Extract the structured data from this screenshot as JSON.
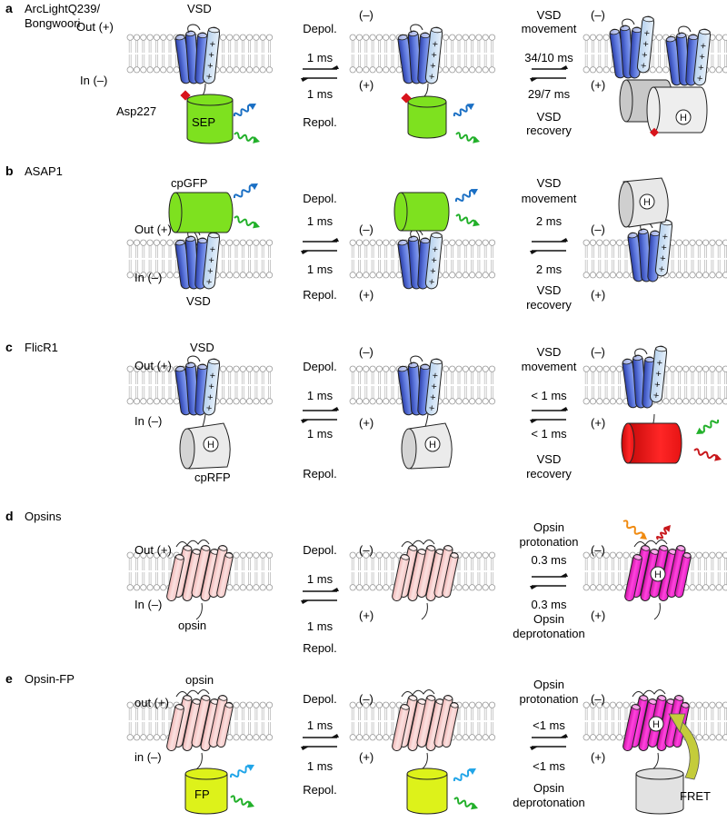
{
  "colors": {
    "vsd_blue": "#4a63c9",
    "vsd_light": "#cfe1f4",
    "sep_green": "#7ee11f",
    "cpgfp_green": "#7ee11f",
    "cprfp_red": "#ee1111",
    "dark_gray": "#c8c8c8",
    "opsin_pink": "#f6c9c8",
    "opsin_magenta": "#ee22cc",
    "fp_yellow": "#ddf21a",
    "wave_blue": "#1a6fc4",
    "wave_green": "#22b02a",
    "wave_orange": "#f08a10",
    "wave_red": "#c8181c",
    "fret_arrow": "#c4cc3a",
    "membrane_gray": "#bdbdbd",
    "asp_marker": "#d8141c"
  },
  "panels": [
    {
      "letter": "a",
      "name": "ArcLightQ239/",
      "name2": "Bongwoori",
      "out_label": "Out (+)",
      "in_label": "In (–)",
      "vsd_label": "VSD",
      "extra_label": "Asp227",
      "fp_label": "SEP",
      "depol": "Depol.",
      "repol": "Repol.",
      "t1_fwd": "1 ms",
      "t1_rev": "1 ms",
      "mid_top": "(–)",
      "mid_bottom": "(+)",
      "step2_top": "VSD",
      "step2_top2": "movement",
      "t2_fwd": "34/10 ms",
      "t2_rev": "29/7 ms",
      "step2_bottom": "VSD",
      "step2_bottom2": "recovery",
      "right_top": "(–)",
      "right_bottom": "(+)",
      "h_label": "H"
    },
    {
      "letter": "b",
      "name": "ASAP1",
      "fp_label": "cpGFP",
      "out_label": "Out (+)",
      "in_label": "In (–)",
      "vsd_label": "VSD",
      "depol": "Depol.",
      "repol": "Repol.",
      "t1_fwd": "1 ms",
      "t1_rev": "1 ms",
      "mid_top": "(–)",
      "mid_bottom": "(+)",
      "step2_top": "VSD",
      "step2_top2": "movement",
      "t2_fwd": "2 ms",
      "t2_rev": "2 ms",
      "step2_bottom": "VSD",
      "step2_bottom2": "recovery",
      "right_top": "(–)",
      "right_bottom": "(+)",
      "h_label": "H"
    },
    {
      "letter": "c",
      "name": "FlicR1",
      "out_label": "Out (+)",
      "in_label": "In (–)",
      "vsd_label": "VSD",
      "fp_label": "cpRFP",
      "depol": "Depol.",
      "repol": "Repol.",
      "t1_fwd": "1 ms",
      "t1_rev": "1 ms",
      "mid_top": "(–)",
      "mid_bottom": "(+)",
      "step2_top": "VSD",
      "step2_top2": "movement",
      "t2_fwd": "< 1 ms",
      "t2_rev": "< 1 ms",
      "step2_bottom": "VSD",
      "step2_bottom2": "recovery",
      "right_top": "(–)",
      "right_bottom": "(+)",
      "h_label": "H"
    },
    {
      "letter": "d",
      "name": "Opsins",
      "out_label": "Out (+)",
      "in_label": "In (–)",
      "opsin_label": "opsin",
      "depol": "Depol.",
      "repol": "Repol.",
      "t1_fwd": "1 ms",
      "t1_rev": "1 ms",
      "mid_top": "(–)",
      "mid_bottom": "(+)",
      "step2_top": "Opsin",
      "step2_top2": "protonation",
      "t2_fwd": "0.3 ms",
      "t2_rev": "0.3 ms",
      "step2_bottom": "Opsin",
      "step2_bottom2": "deprotonation",
      "right_top": "(–)",
      "right_bottom": "(+)",
      "h_label": "H"
    },
    {
      "letter": "e",
      "name": "Opsin-FP",
      "out_label": "out (+)",
      "in_label": "in (–)",
      "opsin_label": "opsin",
      "fp_label": "FP",
      "depol": "Depol.",
      "repol": "Repol.",
      "t1_fwd": "1 ms",
      "t1_rev": "1 ms",
      "mid_top": "(–)",
      "mid_bottom": "(+)",
      "step2_top": "Opsin",
      "step2_top2": "protonation",
      "t2_fwd": "<1 ms",
      "t2_rev": "<1 ms",
      "step2_bottom": "Opsin",
      "step2_bottom2": "deprotonation",
      "right_top": "(–)",
      "right_bottom": "(+)",
      "h_label": "H",
      "fret_label": "FRET"
    }
  ]
}
